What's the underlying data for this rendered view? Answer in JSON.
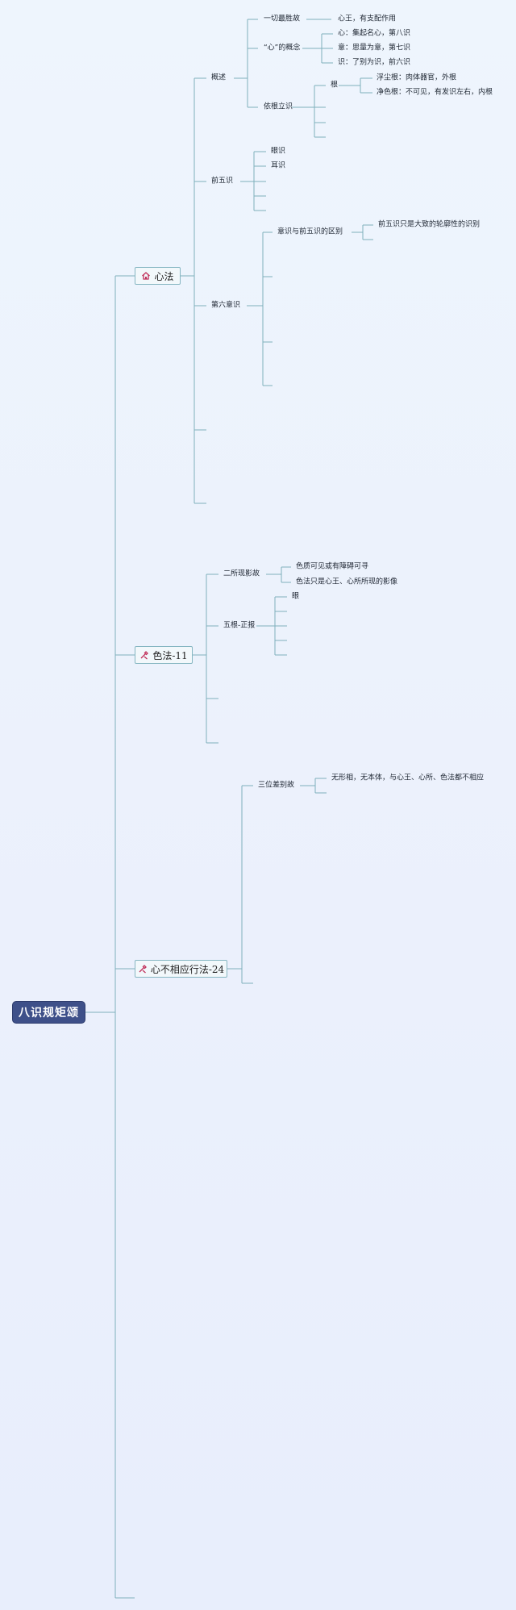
{
  "root": "八识规矩颂",
  "branches": {
    "xinfa": "心法",
    "sefa": "色法-11",
    "xinbuxiangying": "心不相应行法-24"
  },
  "xinfa": {
    "gaishu": "概述",
    "yiqie": "一切最胜故",
    "xinwang": "心王，有支配作用",
    "xin_concept": "“心”的概念",
    "xin_def": "心：集起名心，第八识",
    "yi_def": "意：思量为意，第七识",
    "shi_def": "识：了别为识，前六识",
    "yigen": "依根立识",
    "gen": "根",
    "fuchen": "浮尘根：肉体器官，外根",
    "jingse": "净色根：不可见，有发识左右，内根",
    "qianwu": "前五识",
    "yanshi": "眼识",
    "ershi": "耳识",
    "diliu": "第六意识",
    "qubie": "意识与前五识的区别",
    "qubie_detail": "前五识只是大致的轮廓性的识别"
  },
  "sefa": {
    "ersuo": "二所现影故",
    "sezhi": "色质可见或有障碍可寻",
    "sefa_only": "色法只是心王、心所所现的影像",
    "wugen": "五根-正报",
    "yan": "眼"
  },
  "xbxy": {
    "sanwei": "三位差别故",
    "wuxing": "无形相，无本体，与心王、心所、色法都不相应"
  },
  "colors": {
    "line": "#7fb0bc",
    "root_fill": "#3e5089",
    "icon": "#c0305a"
  },
  "icons": [
    "house-icon",
    "tools-icon",
    "tools-icon"
  ]
}
